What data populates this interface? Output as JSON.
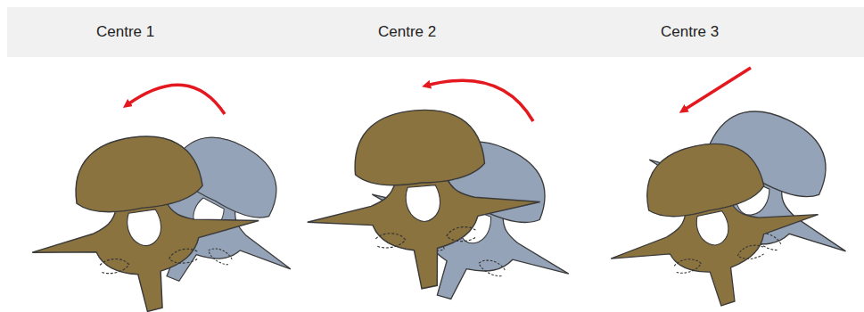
{
  "diagram": {
    "labels": [
      "Centre 1",
      "Centre 2",
      "Centre 3"
    ]
  }
}
